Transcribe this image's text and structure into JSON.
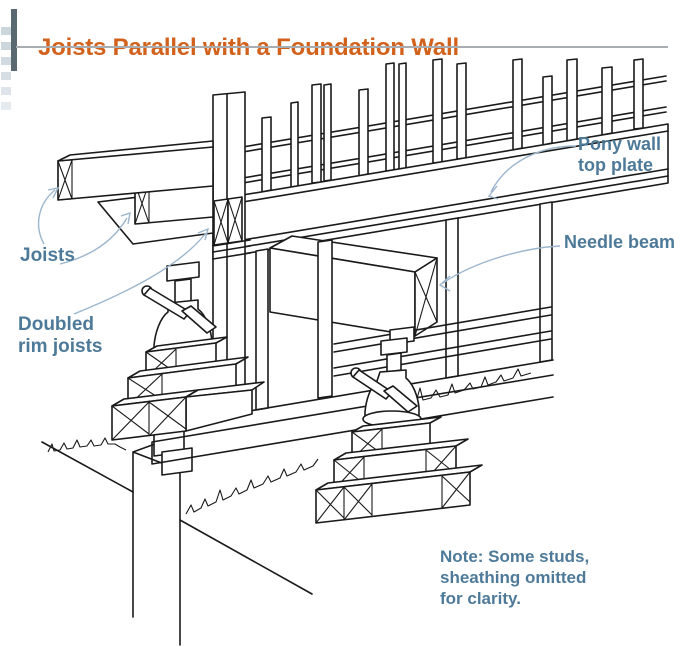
{
  "header": {
    "title": "Joists Parallel with a Foundation Wall"
  },
  "figure": {
    "labels": {
      "joists": "Joists",
      "doubled_rim": [
        "Doubled",
        "rim joists"
      ],
      "pony_wall": [
        "Pony wall",
        "top plate"
      ],
      "needle_beam": "Needle beam"
    },
    "note": [
      "Note: Some studs,",
      "sheathing omitted",
      "for clarity."
    ]
  },
  "colors": {
    "title_orange": "#d2611c",
    "label_blue": "#4e7a99",
    "leader_blue": "#9bb5cc",
    "line_art": "#1a1a1a",
    "rule_gray": "#a8adb1",
    "accent_bar_slate": "#5a6872",
    "accent_square_gray": "#ccd6dd"
  }
}
